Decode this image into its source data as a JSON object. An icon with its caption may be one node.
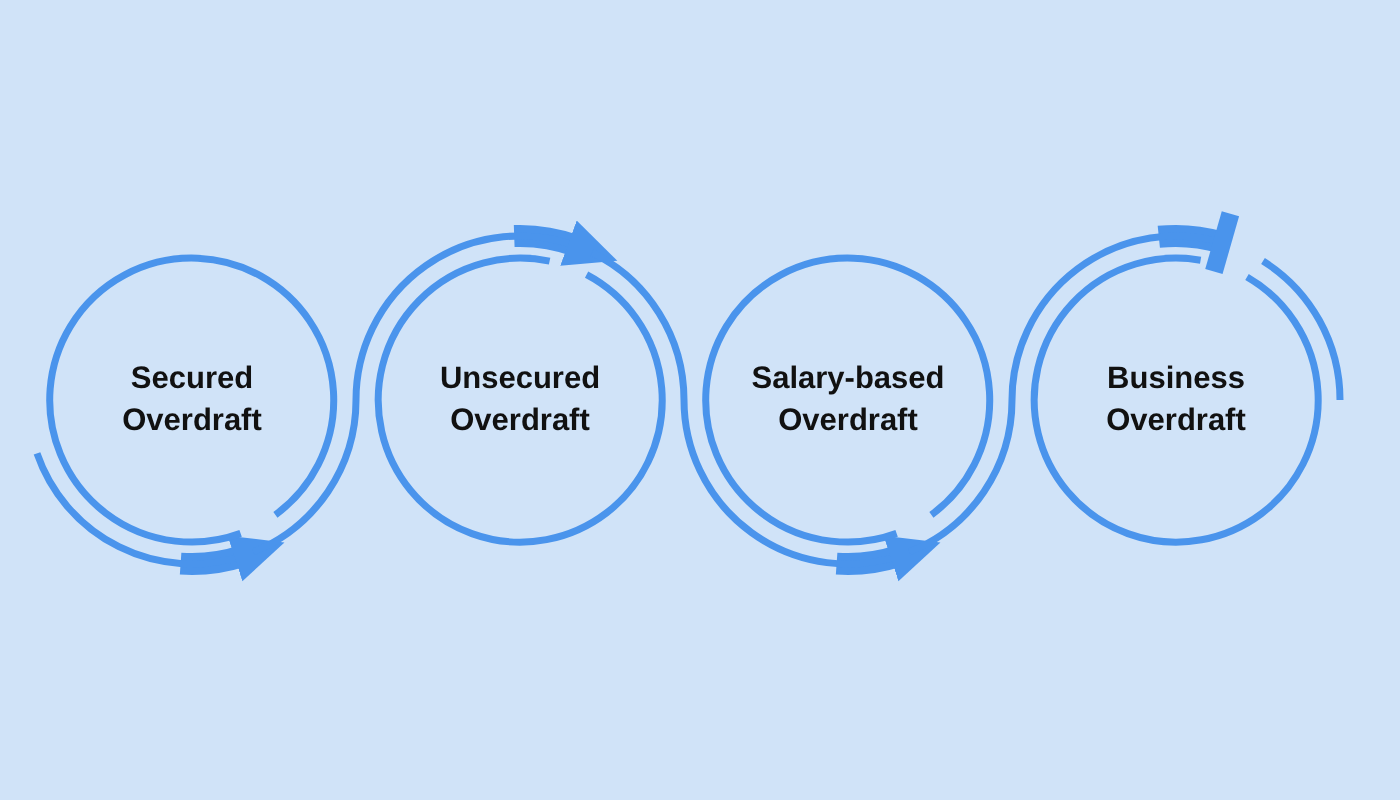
{
  "diagram": {
    "nodes": [
      {
        "text": [
          "Secured Overdraft"
        ]
      },
      {
        "text": [
          "Unsecured Overdraft"
        ]
      },
      {
        "text": [
          "Salary-based Overdraft"
        ]
      },
      {
        "text": [
          "Business Overdraft"
        ]
      }
    ],
    "edges": [
      {
        "from": null,
        "to": 0,
        "arrow": "to"
      },
      {
        "from": 0,
        "to": 1,
        "arrow": "to"
      },
      {
        "from": 1,
        "to": 2,
        "arrow": "to"
      },
      {
        "from": 2,
        "to": 3,
        "arrow": "other"
      },
      {
        "from": 3,
        "to": null,
        "arrow": "none"
      }
    ]
  }
}
